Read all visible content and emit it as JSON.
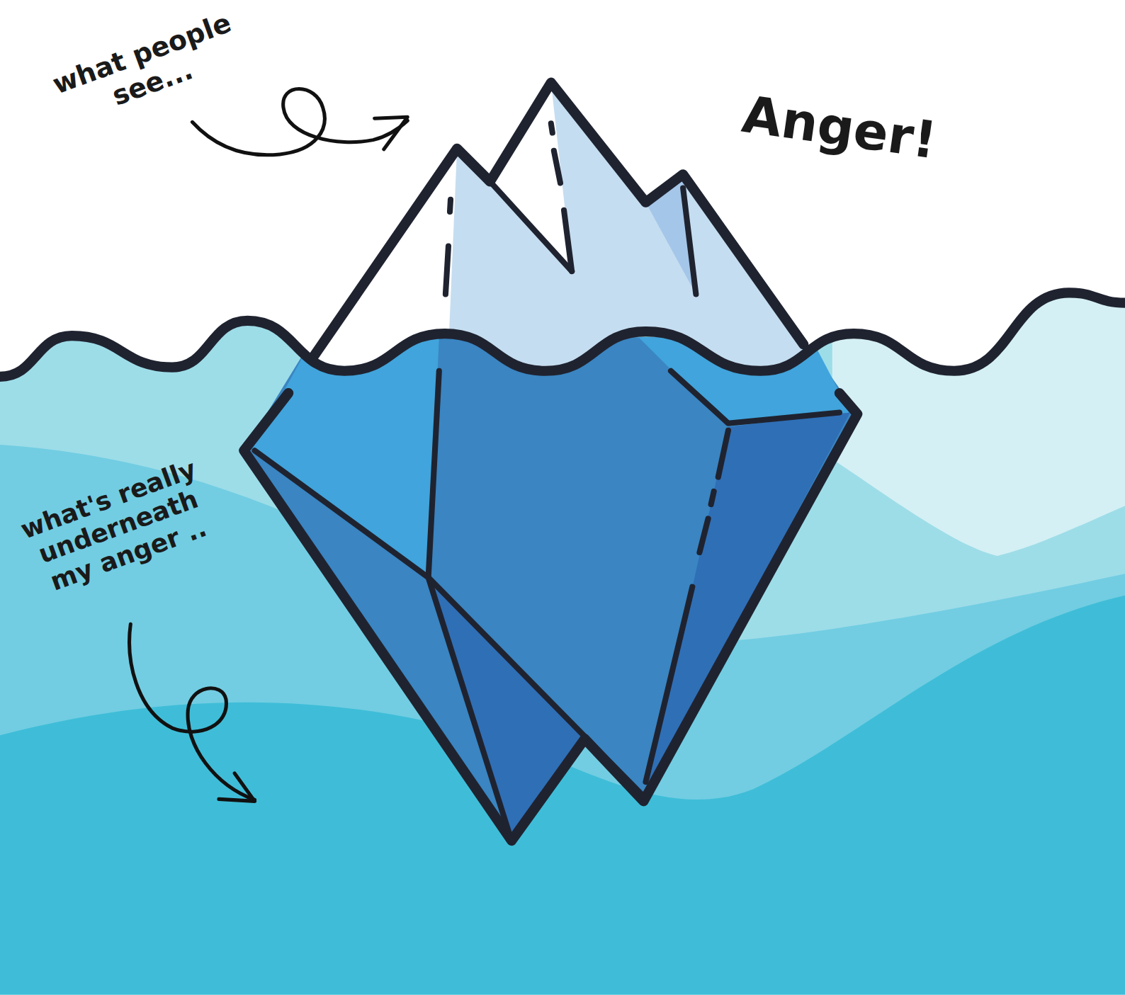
{
  "diagram": {
    "labels": [
      "what people see...",
      "Anger!",
      "what's really underneath my anger .."
    ]
  }
}
